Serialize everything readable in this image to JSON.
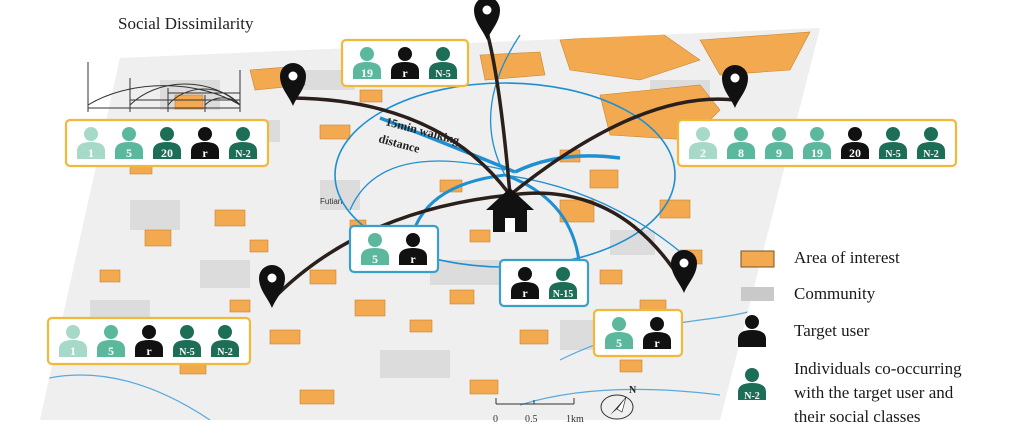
{
  "title": "Social Dissimilarity",
  "map_labels": {
    "walking": "15min walking",
    "walking2": "distance",
    "place": "Futian"
  },
  "scale": {
    "t0": "0",
    "t1": "0.5",
    "t2": "1km"
  },
  "north": "N",
  "legend": {
    "area": "Area of interest",
    "community": "Community",
    "target": "Target user",
    "individuals_1": "Individuals co-occurring",
    "individuals_2": "with the target user and",
    "individuals_3": "their social classes",
    "badge": "N-2"
  },
  "colors": {
    "light": "#a7d9c8",
    "mid": "#5bb89c",
    "dark": "#1d6e57",
    "target": "#111111",
    "orange": "#f2a950",
    "box_yellow": "#f0b93a",
    "box_blue": "#3aa0c8",
    "route_blue": "#1e8fd0"
  },
  "groups": [
    {
      "id": "top",
      "members": [
        {
          "label": "19",
          "shade": "mid"
        },
        {
          "label": "r",
          "shade": "target"
        },
        {
          "label": "N-5",
          "shade": "dark"
        }
      ]
    },
    {
      "id": "left",
      "members": [
        {
          "label": "1",
          "shade": "light"
        },
        {
          "label": "5",
          "shade": "mid"
        },
        {
          "label": "20",
          "shade": "dark"
        },
        {
          "label": "r",
          "shade": "target"
        },
        {
          "label": "N-2",
          "shade": "dark"
        }
      ]
    },
    {
      "id": "right",
      "members": [
        {
          "label": "2",
          "shade": "light"
        },
        {
          "label": "8",
          "shade": "mid"
        },
        {
          "label": "9",
          "shade": "mid"
        },
        {
          "label": "19",
          "shade": "mid"
        },
        {
          "label": "20",
          "shade": "target"
        },
        {
          "label": "N-5",
          "shade": "dark"
        },
        {
          "label": "N-2",
          "shade": "dark"
        }
      ]
    },
    {
      "id": "center-left",
      "members": [
        {
          "label": "5",
          "shade": "mid"
        },
        {
          "label": "r",
          "shade": "target"
        }
      ]
    },
    {
      "id": "center-right",
      "members": [
        {
          "label": "r",
          "shade": "target"
        },
        {
          "label": "N-15",
          "shade": "dark"
        }
      ]
    },
    {
      "id": "bottom-left",
      "members": [
        {
          "label": "1",
          "shade": "light"
        },
        {
          "label": "5",
          "shade": "mid"
        },
        {
          "label": "r",
          "shade": "target"
        },
        {
          "label": "N-5",
          "shade": "dark"
        },
        {
          "label": "N-2",
          "shade": "dark"
        }
      ]
    },
    {
      "id": "bottom-right",
      "members": [
        {
          "label": "5",
          "shade": "mid"
        },
        {
          "label": "r",
          "shade": "target"
        }
      ]
    }
  ]
}
